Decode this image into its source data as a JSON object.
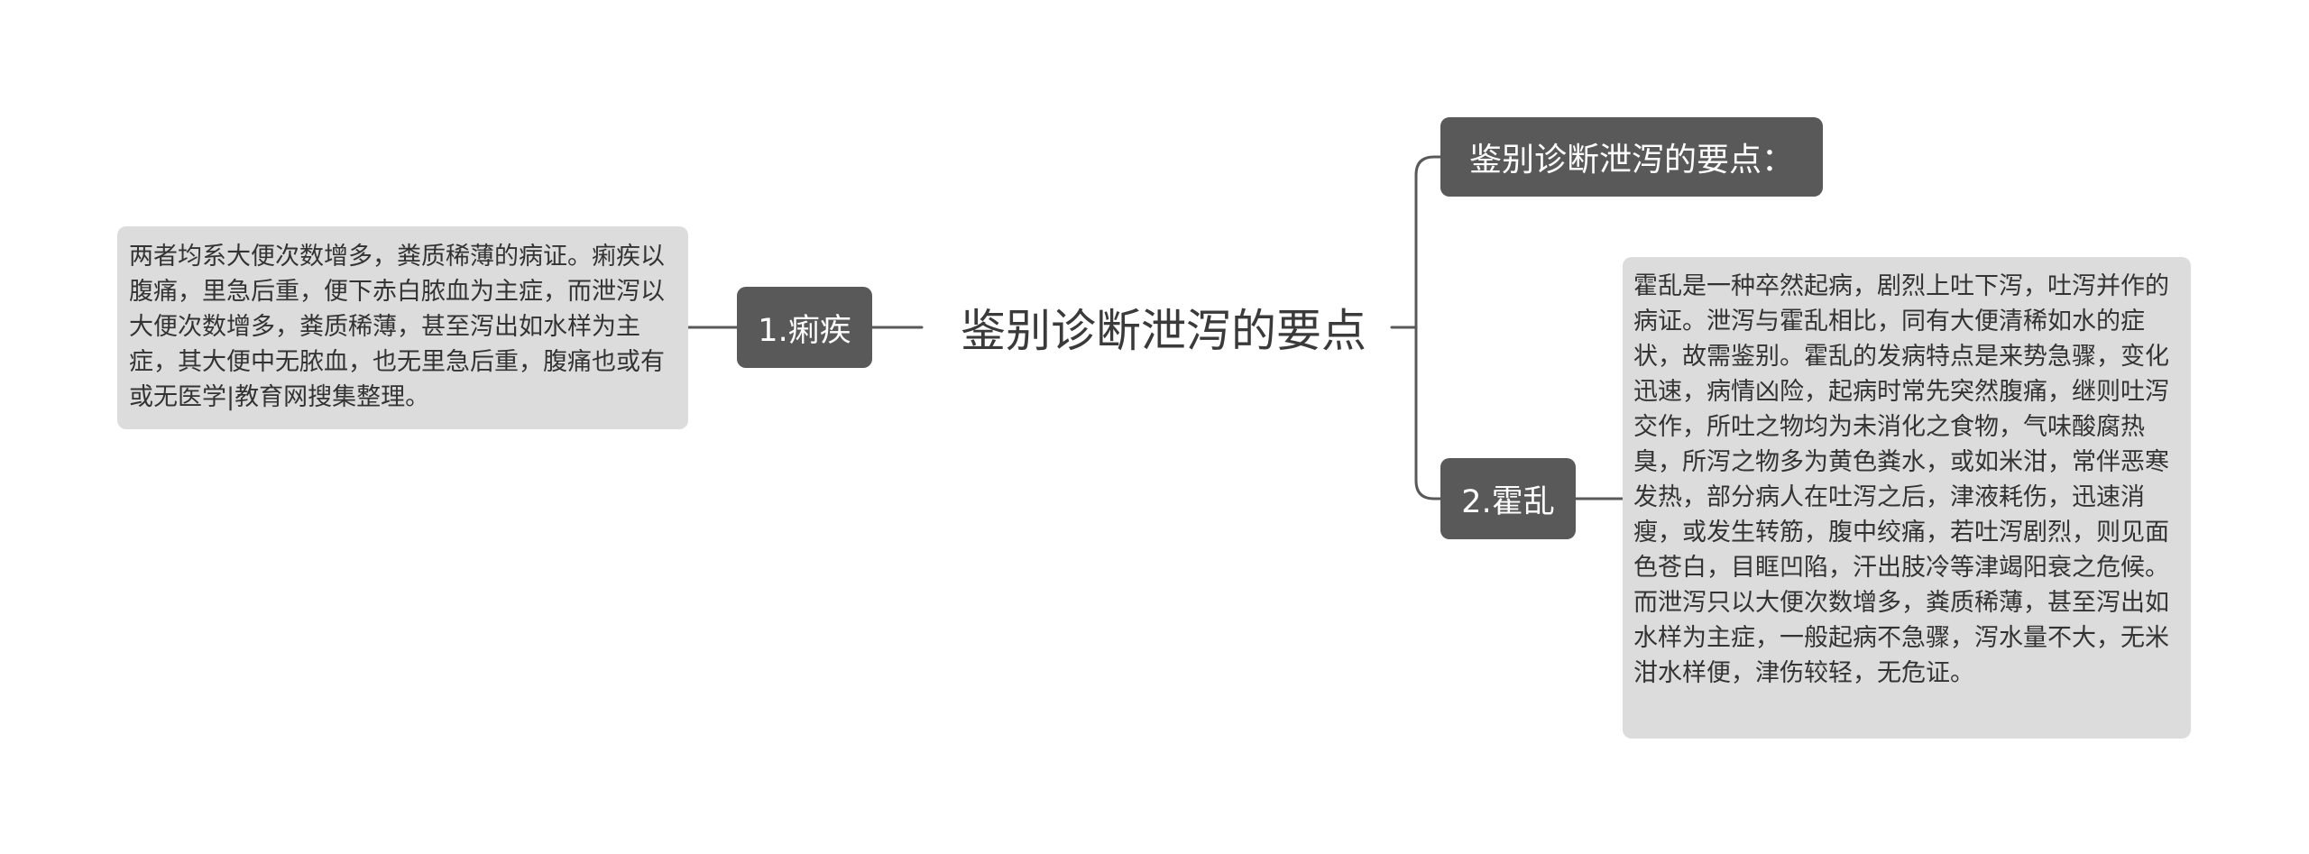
{
  "root": {
    "label": "鉴别诊断泄泻的要点"
  },
  "left_branch": {
    "label": "1.痢疾",
    "note": "两者均系大便次数增多，粪质稀薄的病证。痢疾以腹痛，里急后重，便下赤白脓血为主症，而泄泻以大便次数增多，粪质稀薄，甚至泻出如水样为主症，其大便中无脓血，也无里急后重，腹痛也或有或无医学|教育网搜集整理。"
  },
  "right_branches": {
    "title_label": "鉴别诊断泄泻的要点：",
    "cholera_label": "2.霍乱",
    "cholera_note": "霍乱是一种卒然起病，剧烈上吐下泻，吐泻并作的病证。泄泻与霍乱相比，同有大便清稀如水的症状，故需鉴别。霍乱的发病特点是来势急骤，变化迅速，病情凶险，起病时常先突然腹痛，继则吐泻交作，所吐之物均为未消化之食物，气味酸腐热臭，所泻之物多为黄色粪水，或如米泔，常伴恶寒发热，部分病人在吐泻之后，津液耗伤，迅速消瘦，或发生转筋，腹中绞痛，若吐泻剧烈，则见面色苍白，目眶凹陷，汗出肢冷等津竭阳衰之危候。而泄泻只以大便次数增多，粪质稀薄，甚至泻出如水样为主症，一般起病不急骤，泻水量不大，无米泔水样便，津伤较轻，无危证。"
  },
  "colors": {
    "connector": "#595959",
    "branch_fill": "#595959",
    "note_fill": "#dcdcdc",
    "root_text": "#3a3a3a"
  }
}
